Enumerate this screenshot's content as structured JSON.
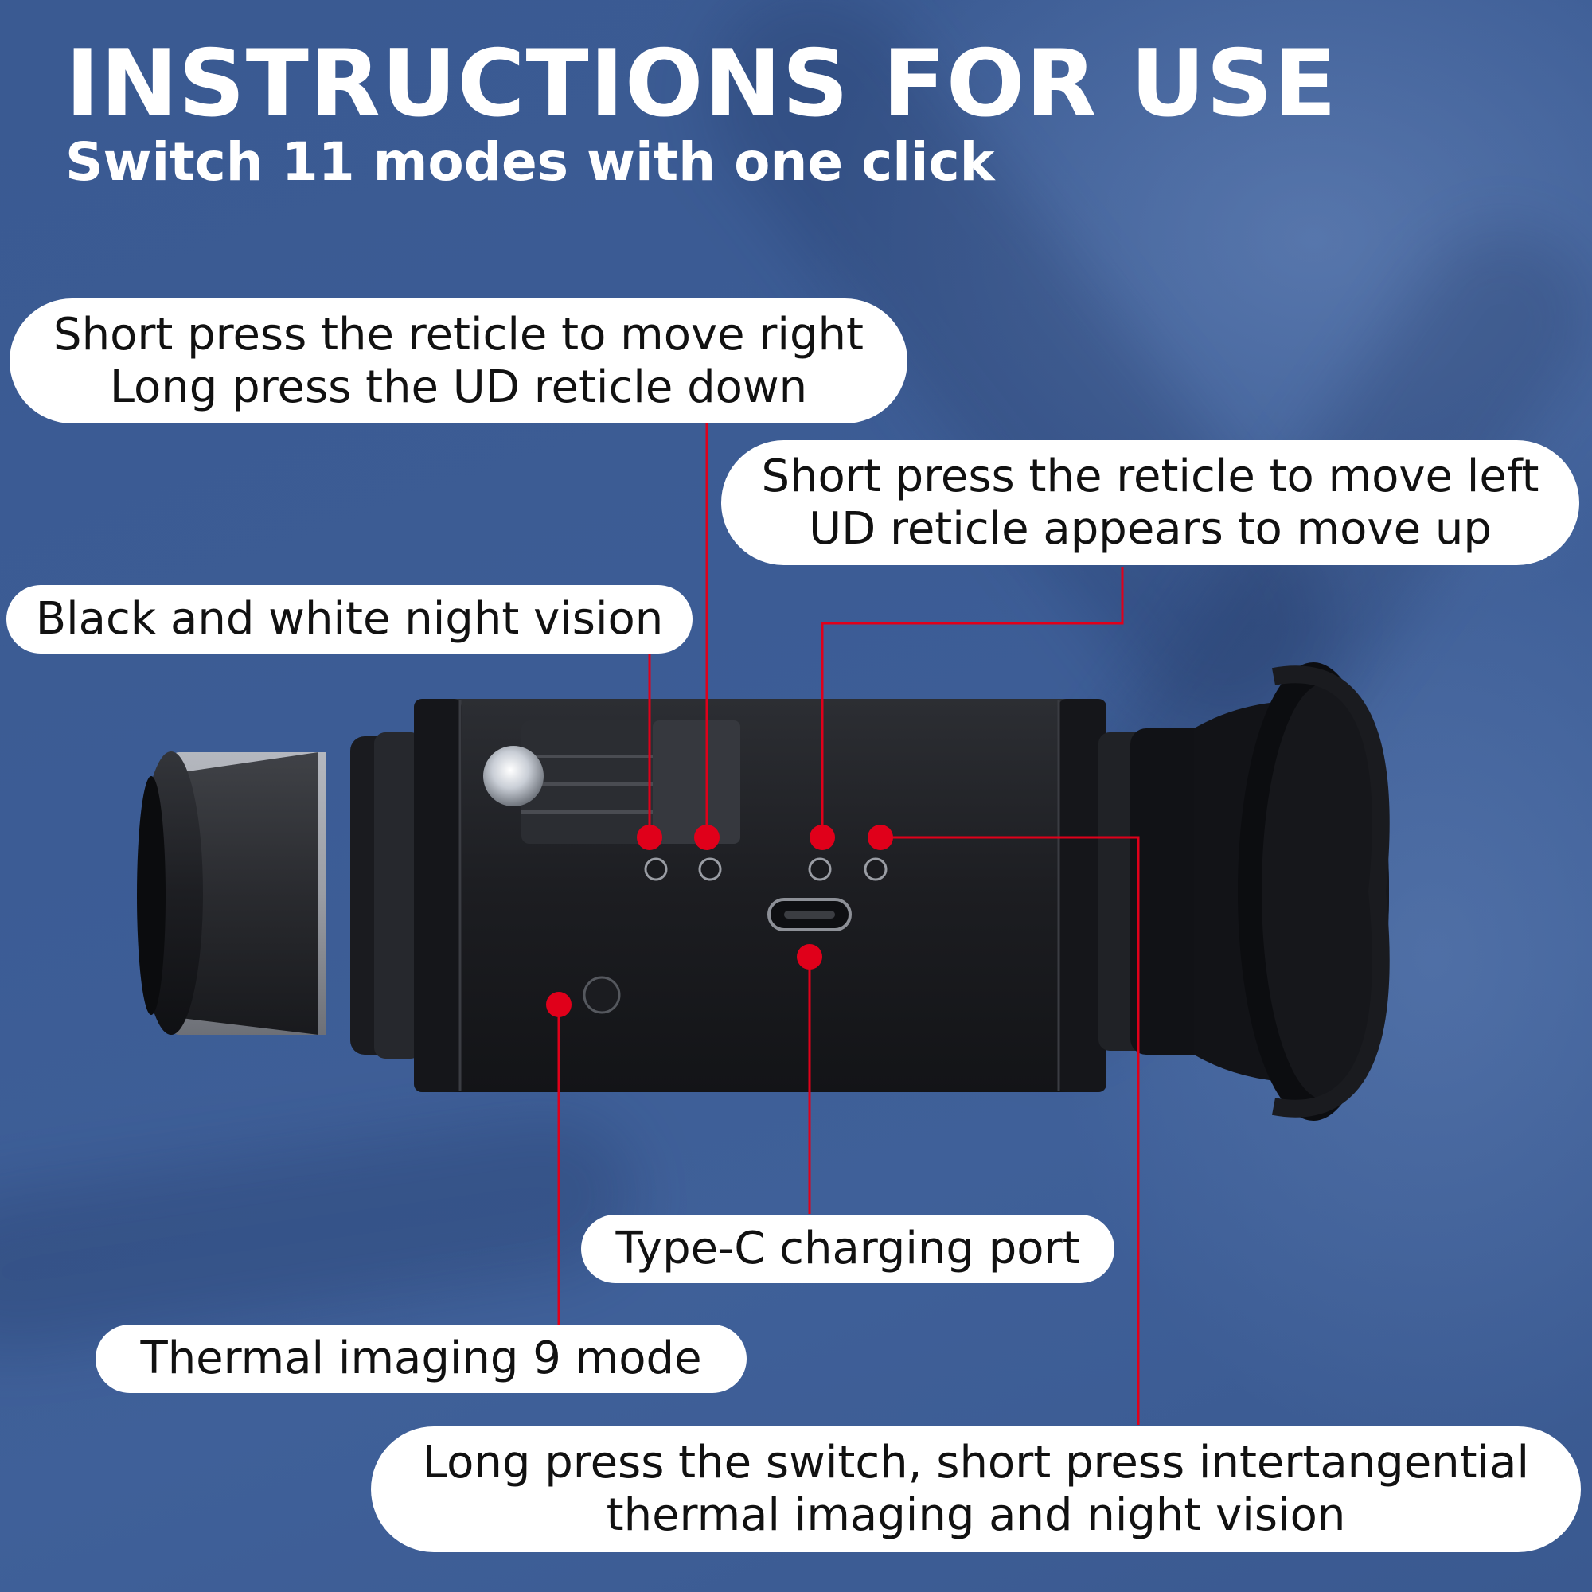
{
  "header": {
    "title": "INSTRUCTIONS FOR USE",
    "subtitle": "Switch 11 modes with one click"
  },
  "callouts": {
    "reticle_right": {
      "line1": "Short press the reticle to move right",
      "line2": "Long press the UD reticle down"
    },
    "reticle_left": {
      "line1": "Short press the reticle to move left",
      "line2": "UD reticle appears to move up"
    },
    "night_vision": {
      "line1": "Black and white night vision"
    },
    "type_c": {
      "line1": "Type-C charging port"
    },
    "thermal_mode": {
      "line1": "Thermal imaging 9 mode"
    },
    "switch": {
      "line1": "Long press the switch, short press intertangential",
      "line2": "thermal imaging and night vision"
    }
  },
  "colors": {
    "background": "#3f5f95",
    "marker": "#e0001a",
    "callout_bg": "#ffffff",
    "device_body": "#1c1d21"
  }
}
